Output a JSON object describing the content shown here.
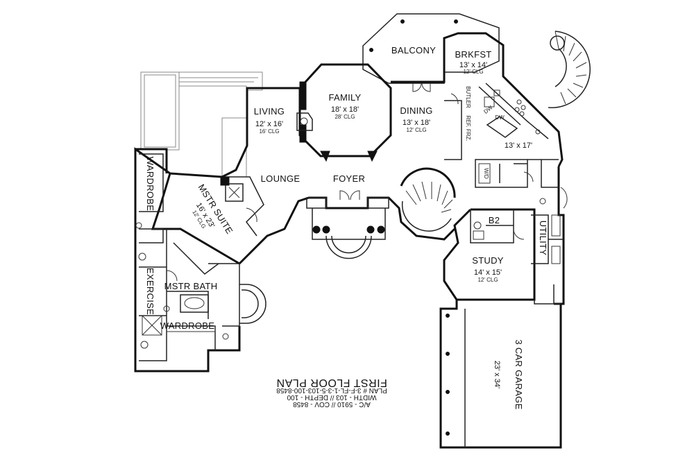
{
  "rooms": {
    "balcony": {
      "name": "BALCONY"
    },
    "brkfst": {
      "name": "BRKFST",
      "dim": "13' x 14'",
      "clg": "12' CLG"
    },
    "family": {
      "name": "FAMILY",
      "dim": "18' x 18'",
      "clg": "28' CLG"
    },
    "dining": {
      "name": "DINING",
      "dim": "13' x 18'",
      "clg": "12' CLG"
    },
    "living": {
      "name": "LIVING",
      "dim": "12' x 16'",
      "clg": "16' CLG"
    },
    "kitchen": {
      "dim": "13' x 17'"
    },
    "lounge": {
      "name": "LOUNGE"
    },
    "foyer": {
      "name": "FOYER"
    },
    "wardrobe_left": {
      "name": "WARDROBE"
    },
    "mstr_suite": {
      "name": "MSTR SUITE",
      "dim": "16' x 23'",
      "clg": "12' CLG"
    },
    "mstr_bath": {
      "name": "MSTR BATH"
    },
    "exercise": {
      "name": "EXERCISE"
    },
    "wardrobe_bottom": {
      "name": "WARDROBE"
    },
    "b2": {
      "name": "B2"
    },
    "utility": {
      "name": "UTILITY"
    },
    "study": {
      "name": "STUDY",
      "dim": "14' x 15'",
      "clg": "12' CLG"
    },
    "garage": {
      "name": "3 CAR GARAGE",
      "dim": "23' x 34'"
    }
  },
  "fixtures": {
    "butler": "BUTLER",
    "refrigerator": "REF. FRZ.",
    "dw_left": "DW",
    "dw_right": "DW",
    "w_d": "W/D"
  },
  "plan_info": {
    "title": "FIRST FLOOR PLAN",
    "lines": [
      "PLAN # 3-F-FL-1-3-5-103-100-8458",
      "WIDTH - 103 // DEPTH - 100",
      "A/C - 5910 // COV - 8458"
    ]
  }
}
